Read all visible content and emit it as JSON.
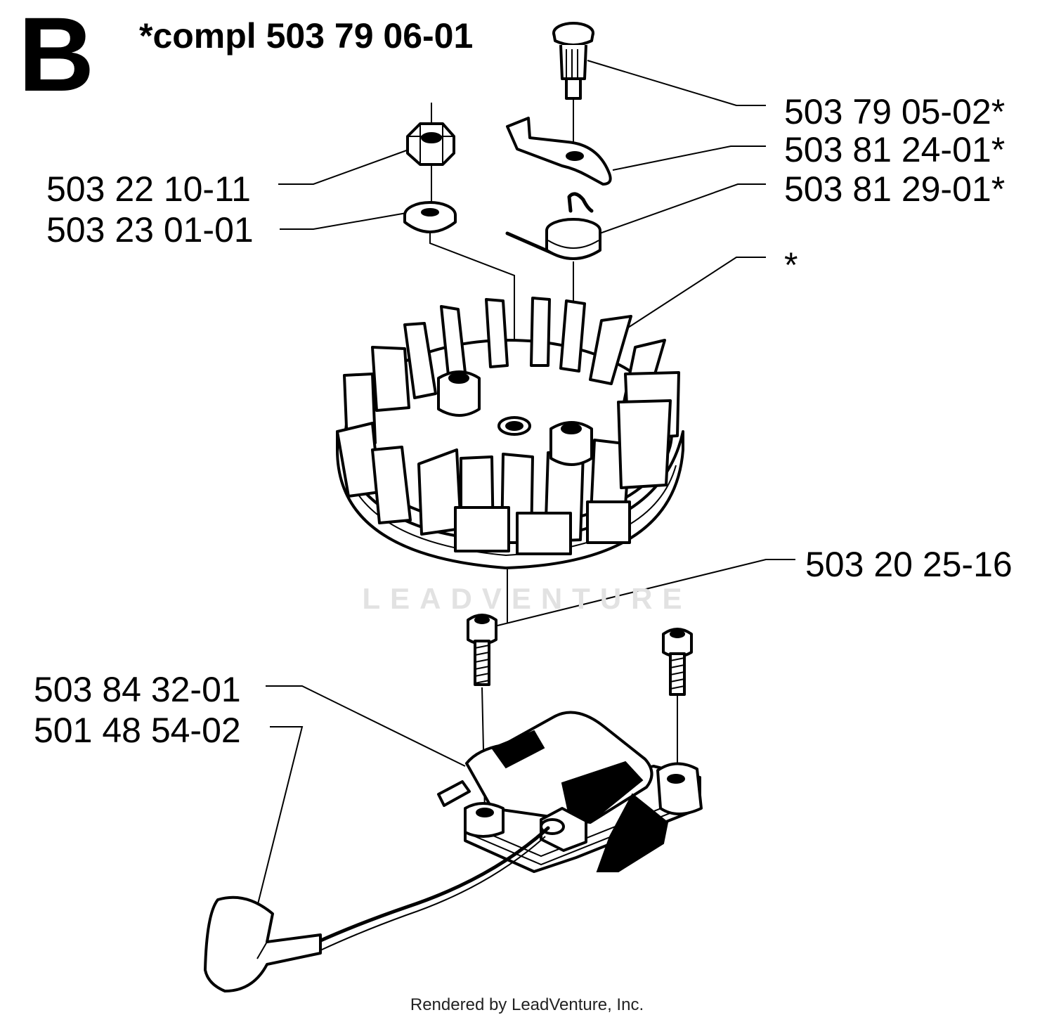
{
  "header": {
    "section_letter": "B",
    "kit_note": "*compl 503 79 06-01"
  },
  "parts": {
    "pin": "503 79 05-02*",
    "pawl": "503 81 24-01*",
    "spring": "503 81 29-01*",
    "flywheel": "*",
    "nut": "503 22 10-11",
    "washer": "503 23 01-01",
    "screws": "503 20 25-16",
    "ignition_module": "503 84 32-01",
    "spark_plug_boot": "501 48 54-02"
  },
  "watermark": "LEADVENTURE",
  "footer": "Rendered by LeadVenture, Inc."
}
